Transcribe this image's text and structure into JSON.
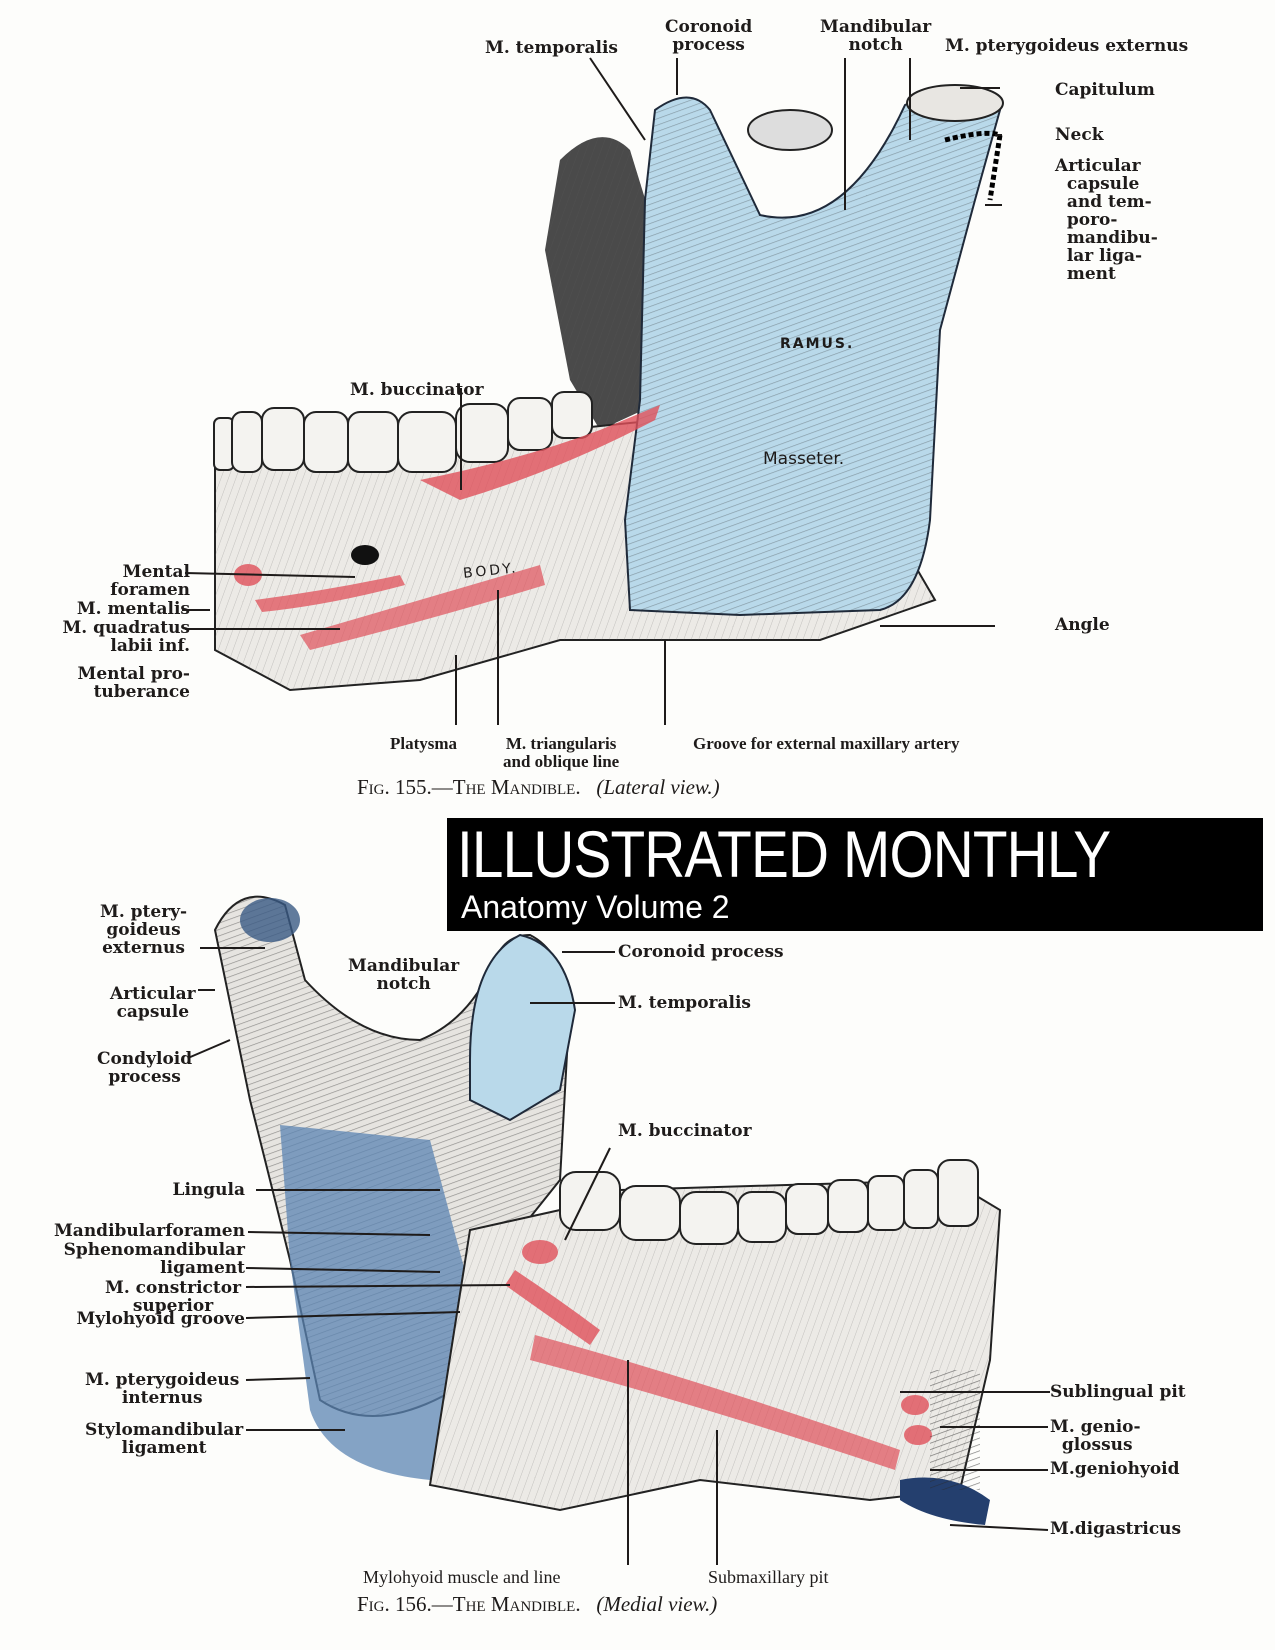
{
  "figure_155": {
    "caption": {
      "fig": "Fig. 155.",
      "title": "—The Mandible.",
      "view": "(Lateral view.)"
    },
    "labels": {
      "m_temporalis": "M. temporalis",
      "coronoid_process": "Coronoid\nprocess",
      "mandibular_notch": "Mandibular\nnotch",
      "m_pterygoideus_externus": "M. pterygoideus externus",
      "capitulum": "Capitulum",
      "neck": "Neck",
      "articular_capsule": "Articular\n  capsule\n  and tem-\n  poro-\n  mandibu-\n  lar liga-\n  ment",
      "m_buccinator": "M. buccinator",
      "ramus": "RAMUS.",
      "masseter": "Masseter.",
      "body": "BODY.",
      "mental_foramen": "Mental\nforamen",
      "m_mentalis": "M. mentalis",
      "m_quadratus": "M. quadratus\nlabii inf.",
      "mental_protuberance": "Mental pro-\ntuberance",
      "angle": "Angle",
      "platysma": "Platysma",
      "m_triangularis": "M. triangularis\nand oblique line",
      "groove": "Groove for external maxillary artery"
    }
  },
  "banner": {
    "title": "ILLUSTRATED MONTHLY",
    "subtitle": "Anatomy Volume 2"
  },
  "figure_156": {
    "caption": {
      "fig": "Fig. 156.",
      "title": "—The Mandible.",
      "view": "(Medial view.)"
    },
    "labels": {
      "m_pterygoideus_externus": "M. ptery-\ngoideus\nexternus",
      "articular_capsule": "Articular\ncapsule",
      "condyloid_process": "Condyloid\nprocess",
      "mandibular_notch": "Mandibular\nnotch",
      "coronoid_process": "Coronoid process",
      "m_temporalis": "M. temporalis",
      "m_buccinator": "M. buccinator",
      "lingula": "Lingula",
      "mandibular_foramen": "Mandibularforamen",
      "sphenomandibular": "Sphenomandibular\nligament",
      "m_constrictor": "M. constrictor\nsuperior",
      "mylohyoid_groove": "Mylohyoid groove",
      "m_pterygoideus_internus": "M. pterygoideus\ninternus",
      "stylomandibular": "Stylomandibular\nligament",
      "sublingual_pit": "Sublingual pit",
      "m_genioglossus": "M. genio-\n  glossus",
      "m_geniohyoid": "M.geniohyoid",
      "m_digastricus": "M.digastricus",
      "mylohyoid_muscle": "Mylohyoid muscle and line",
      "submaxillary_pit": "Submaxillary pit"
    }
  },
  "colors": {
    "ink": "#1e1b1a",
    "muscle_blue": "#b9d9ea",
    "deep_blue": "#4b6d9a",
    "muscle_red": "#e0505a",
    "bone": "#efebe4"
  }
}
